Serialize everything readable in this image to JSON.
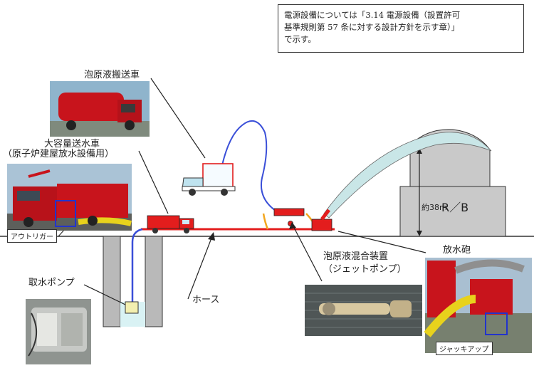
{
  "note": {
    "line1": "電源設備については「3.14 電源設備（設置許可",
    "line2": "基準規則第 57 条に対する設計方針を示す章）」",
    "line3": "で示す。"
  },
  "labels": {
    "foam_tanker": "泡原液搬送車",
    "large_pump_truck_line1": "大容量送水車",
    "large_pump_truck_line2": "（原子炉建屋放水設備用）",
    "outrigger": "アウトリガー",
    "intake_pump": "取水ポンプ",
    "hose": "ホース",
    "foam_mixer_line1": "泡原液混合装置",
    "foam_mixer_line2": "（ジェットポンプ）",
    "water_cannon": "放水砲",
    "jack_up": "ジャッキアップ",
    "building": "R／B",
    "height": "約38m"
  },
  "colors": {
    "hose_red": "#e31d1d",
    "hose_blue": "#3a4fd8",
    "spray": "#c9e6e7",
    "building": "#c9c9c9",
    "truck_red": "#d8141b"
  }
}
